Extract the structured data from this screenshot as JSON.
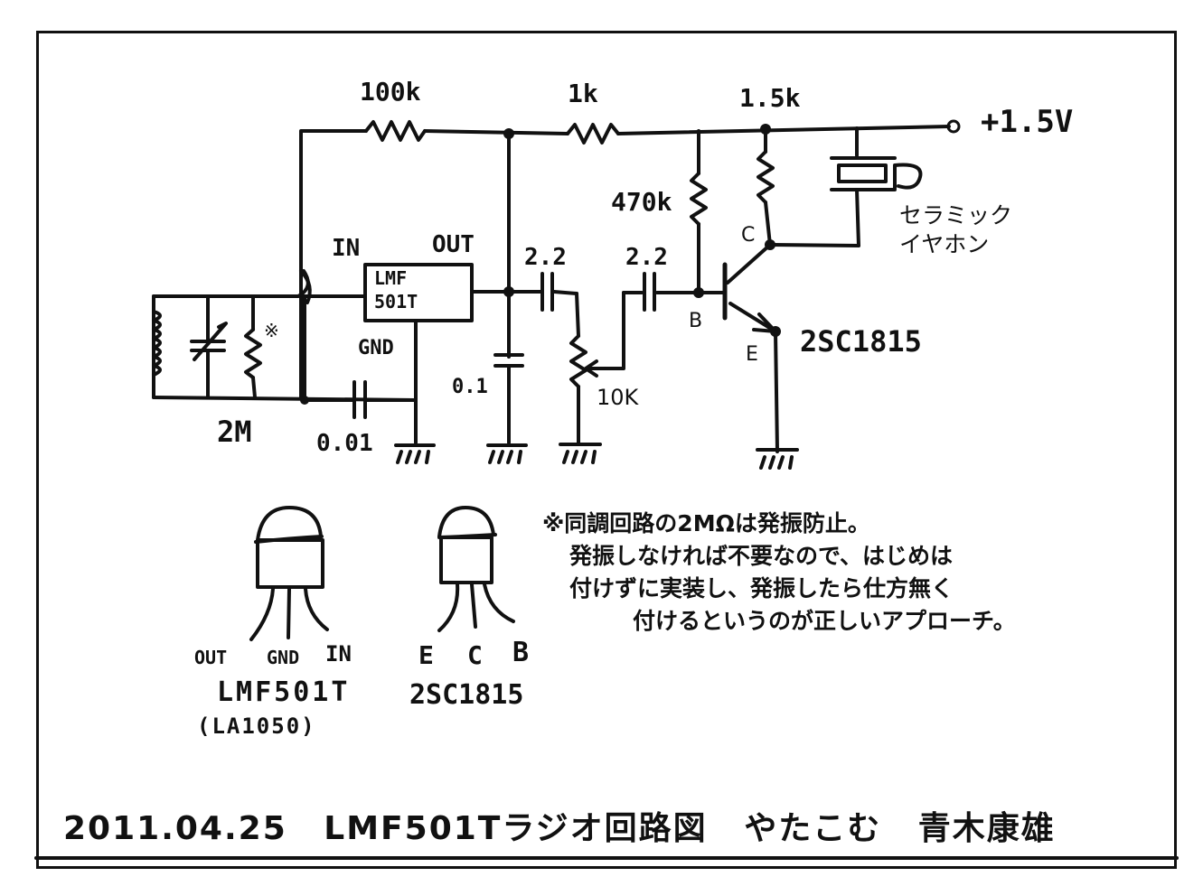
{
  "schematic": {
    "resistors": {
      "r_bias_input": "100k",
      "r_supply": "1k",
      "r_collector": "1.5k",
      "r_base_bias": "470k",
      "r_tuning_damping": "2M",
      "r_volume_pot": "10K"
    },
    "capacitors": {
      "c_coupling_1": "2.2",
      "c_coupling_2": "2.2",
      "c_bypass_out": "0.1",
      "c_ground_in": "0.01"
    },
    "supply": "+1.5V",
    "ic": {
      "name_line1": "LMF",
      "name_line2": "501T",
      "pin_in": "IN",
      "pin_out": "OUT",
      "pin_gnd": "GND"
    },
    "transistor": {
      "part": "2SC1815",
      "pin_b": "B",
      "pin_c": "C",
      "pin_e": "E"
    },
    "earphone": {
      "label_line1": "セラミック",
      "label_line2": "イヤホン"
    },
    "asterisk_mark": "※"
  },
  "pinouts": {
    "ic": {
      "pins": [
        "OUT",
        "GND",
        "IN"
      ],
      "part": "LMF501T",
      "equivalent": "(LA1050)"
    },
    "transistor": {
      "pins": [
        "E",
        "C",
        "B"
      ],
      "part": "2SC1815"
    }
  },
  "note": {
    "lines": [
      "※同調回路の2MΩは発振防止。",
      "発振しなければ不要なので、はじめは",
      "付けずに実装し、発振したら仕方無く",
      "付けるというのが正しいアプローチ。"
    ]
  },
  "title_block": {
    "date": "2011.04.25",
    "title": "LMF501Tラジオ回路図",
    "handle": "やたこむ",
    "author": "青木康雄"
  }
}
